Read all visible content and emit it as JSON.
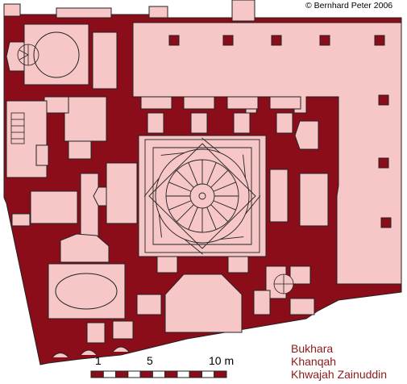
{
  "copyright": "© Bernhard Peter 2006",
  "title_lines": [
    "Bukhara",
    "Khanqah",
    "Khwajah Zainuddin"
  ],
  "scale_bar": {
    "ticks": [
      {
        "label": "1"
      },
      {
        "label": "5"
      },
      {
        "label": "10 m"
      }
    ],
    "segments": 11
  },
  "colors": {
    "wall": "#8b0d1a",
    "room": "#f7c6c6",
    "line": "#222222",
    "text_title": "#8b1a1a"
  }
}
